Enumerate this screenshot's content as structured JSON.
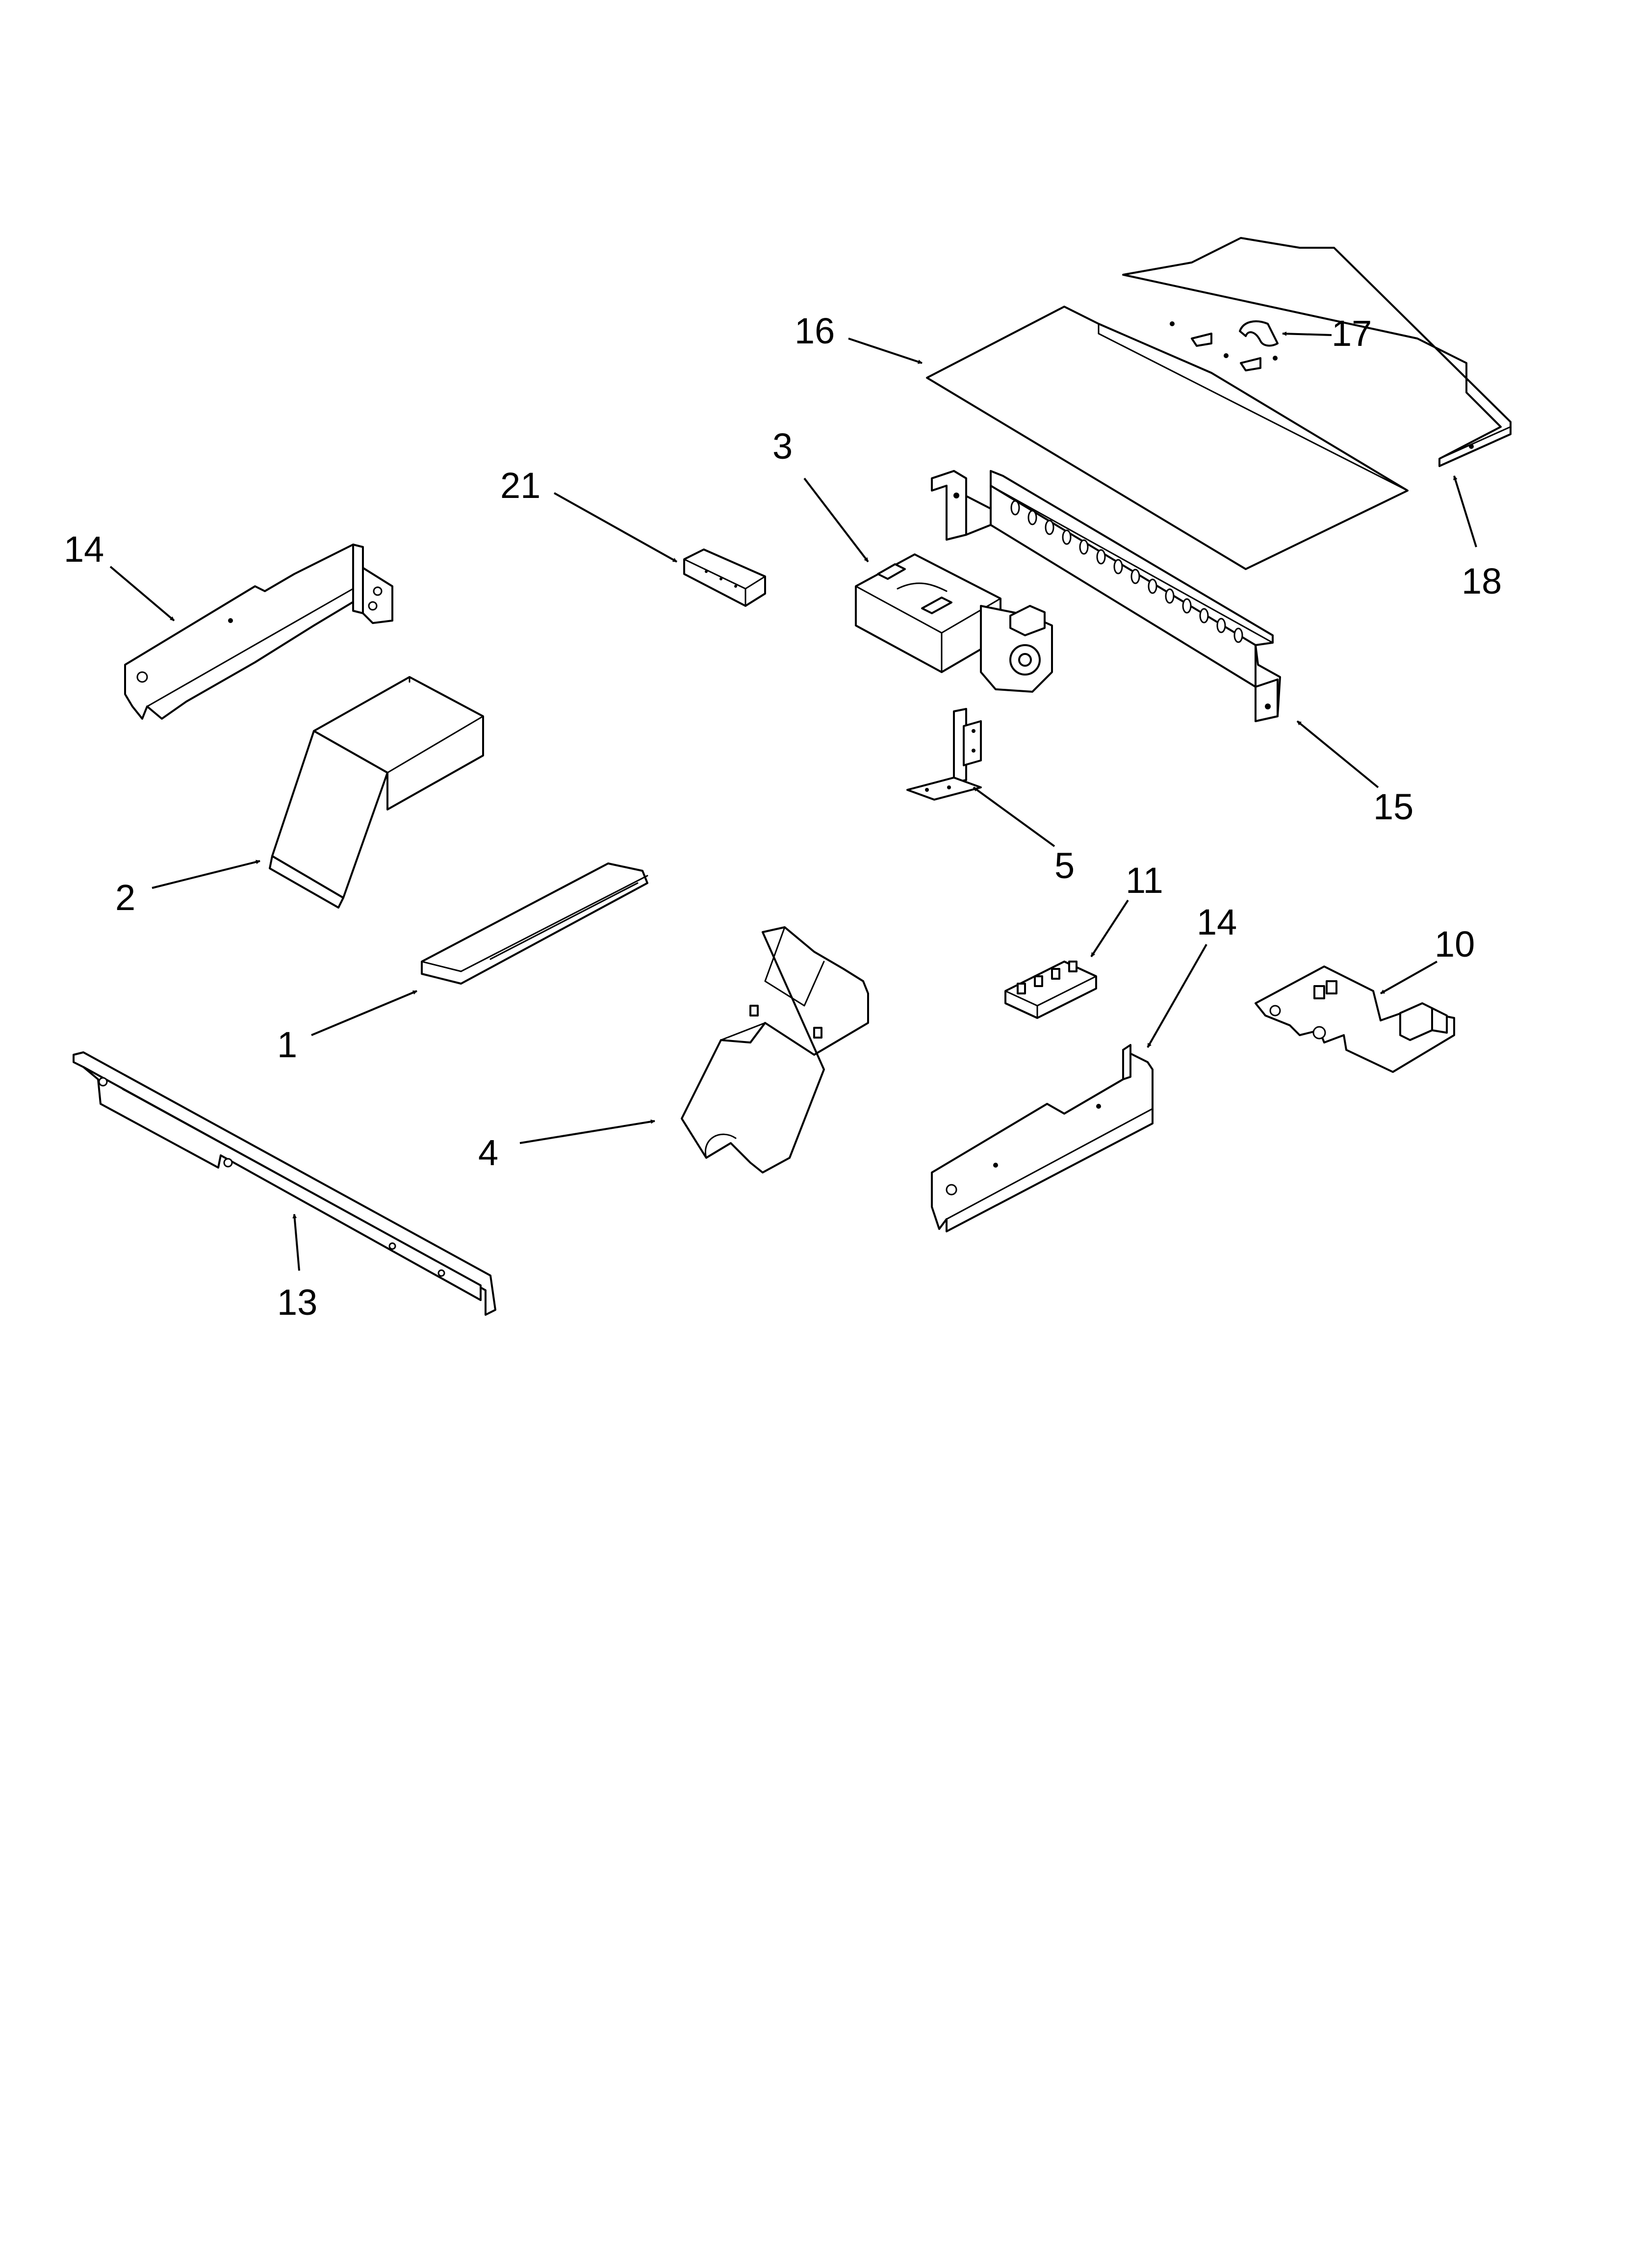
{
  "callouts": {
    "c1": "1",
    "c2": "2",
    "c3": "3",
    "c4": "4",
    "c5": "5",
    "c10": "10",
    "c11": "11",
    "c13": "13",
    "c14a": "14",
    "c14b": "14",
    "c15": "15",
    "c16": "16",
    "c17": "17",
    "c18": "18",
    "c21": "21"
  },
  "colors": {
    "line": "#000000",
    "background": "#ffffff"
  }
}
